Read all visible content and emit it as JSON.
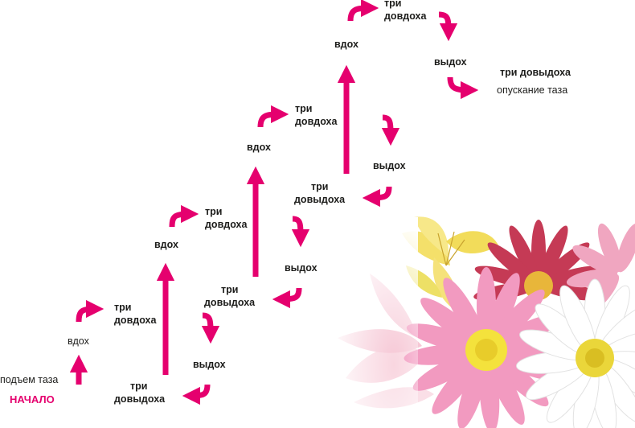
{
  "labels": {
    "start_1": "подъем таза",
    "start_2": "НАЧАЛО",
    "inhale": "вдох",
    "exhale": "выдох",
    "three_inhales_1": "три",
    "three_inhales_2": "довдоха",
    "three_exhales_1": "три",
    "three_exhales_2": "довыдоха",
    "final_exhales": "три довыдоха",
    "final_lower": "опускание таза"
  },
  "colors": {
    "arrow": "#e5006e",
    "text": "#1d1d1b",
    "accent": "#e5006e"
  },
  "decoration": {
    "flowers_icon": "flower-bouquet-icon"
  }
}
